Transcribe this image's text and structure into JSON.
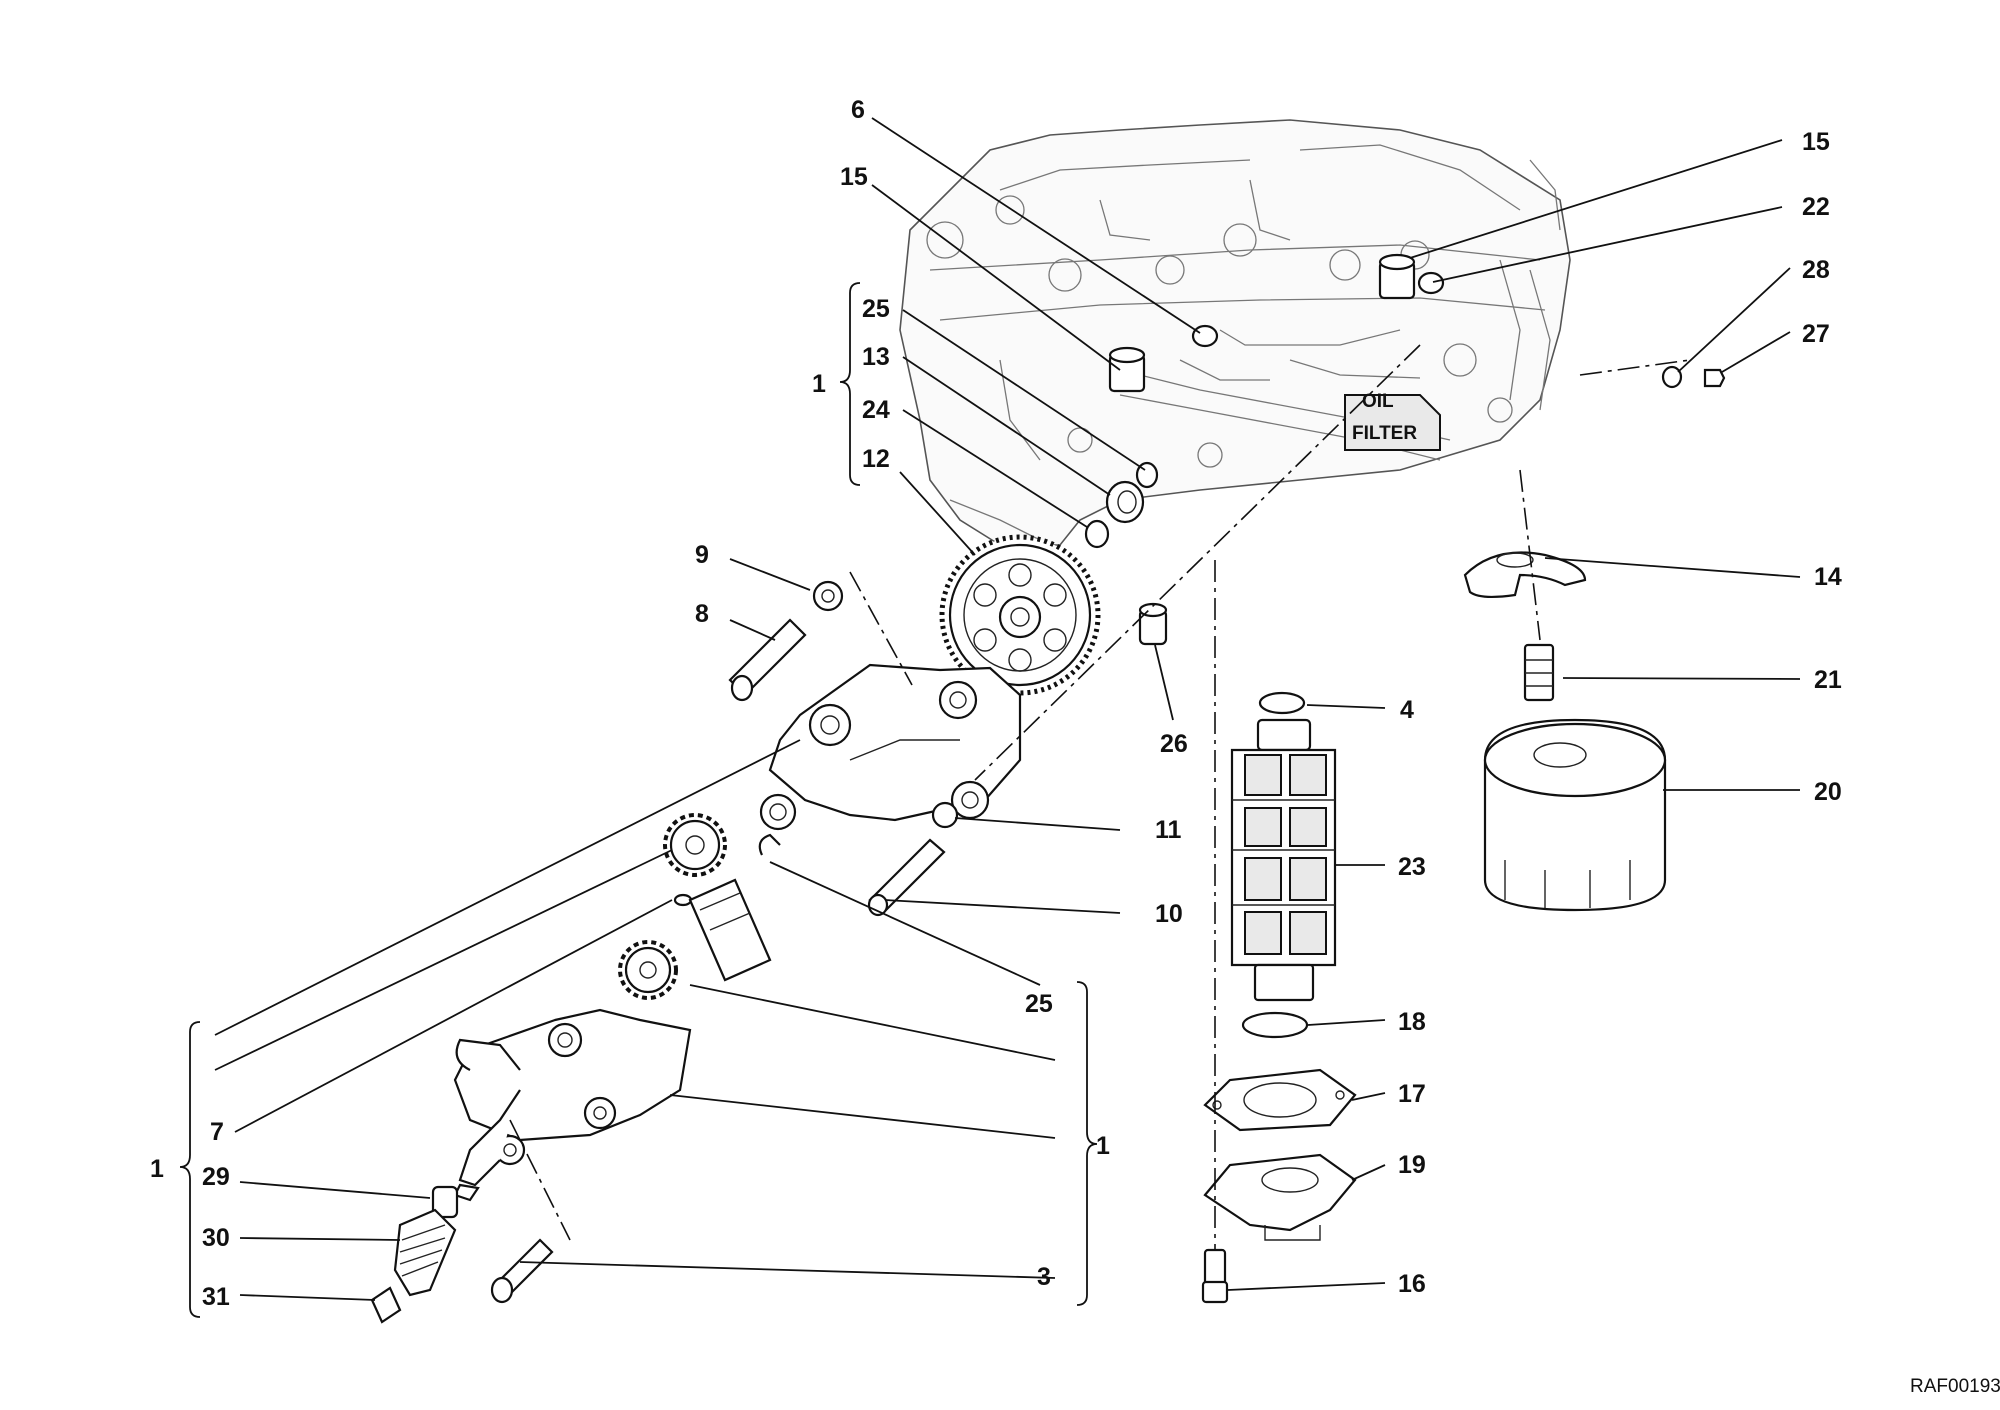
{
  "diagram": {
    "callouts": [
      {
        "id": "c6",
        "text": "6"
      },
      {
        "id": "c15a",
        "text": "15"
      },
      {
        "id": "c15b",
        "text": "15"
      },
      {
        "id": "c22",
        "text": "22"
      },
      {
        "id": "c28",
        "text": "28"
      },
      {
        "id": "c27",
        "text": "27"
      },
      {
        "id": "c1a",
        "text": "1"
      },
      {
        "id": "c25a",
        "text": "25"
      },
      {
        "id": "c13",
        "text": "13"
      },
      {
        "id": "c24",
        "text": "24"
      },
      {
        "id": "c12",
        "text": "12"
      },
      {
        "id": "c9",
        "text": "9"
      },
      {
        "id": "c8",
        "text": "8"
      },
      {
        "id": "c14",
        "text": "14"
      },
      {
        "id": "c21",
        "text": "21"
      },
      {
        "id": "c4",
        "text": "4"
      },
      {
        "id": "c26",
        "text": "26"
      },
      {
        "id": "c20",
        "text": "20"
      },
      {
        "id": "c11",
        "text": "11"
      },
      {
        "id": "c23",
        "text": "23"
      },
      {
        "id": "c10",
        "text": "10"
      },
      {
        "id": "c25b",
        "text": "25"
      },
      {
        "id": "c18",
        "text": "18"
      },
      {
        "id": "c17",
        "text": "17"
      },
      {
        "id": "c7",
        "text": "7"
      },
      {
        "id": "c1b",
        "text": "1"
      },
      {
        "id": "c1c",
        "text": "1"
      },
      {
        "id": "c29",
        "text": "29"
      },
      {
        "id": "c19",
        "text": "19"
      },
      {
        "id": "c30",
        "text": "30"
      },
      {
        "id": "c3",
        "text": "3"
      },
      {
        "id": "c31",
        "text": "31"
      },
      {
        "id": "c16",
        "text": "16"
      }
    ],
    "filter_marking": [
      "OIL",
      "FILTER"
    ],
    "drawing_code": "RAF00193"
  }
}
